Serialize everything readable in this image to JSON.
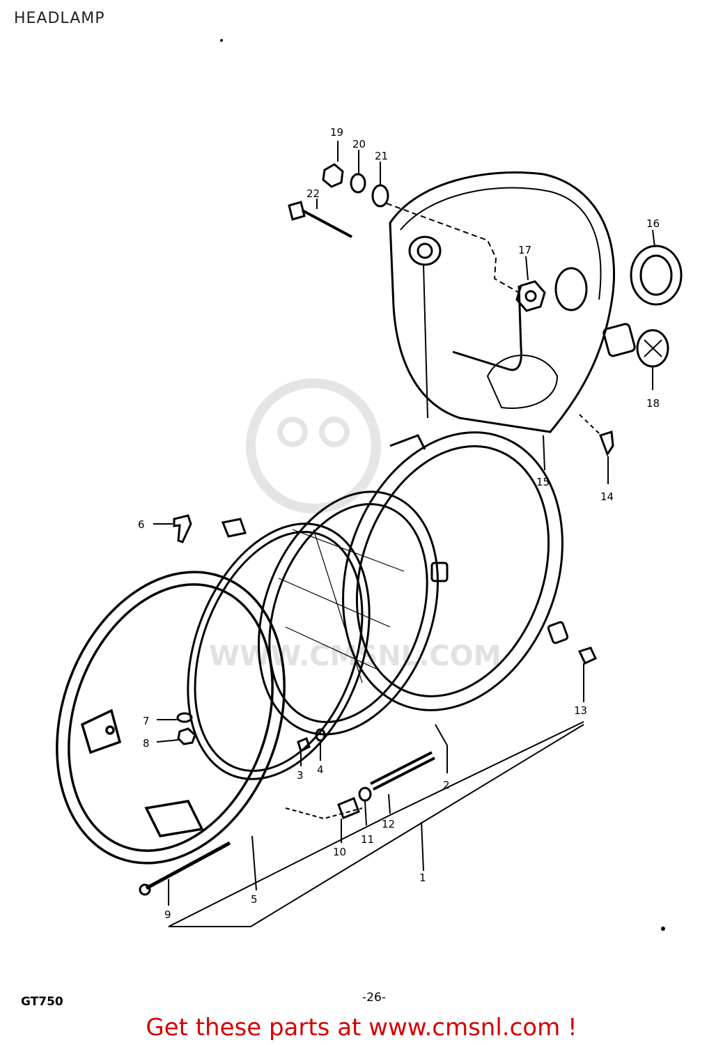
{
  "header": {
    "title": "HEADLAMP"
  },
  "footer": {
    "model": "GT750",
    "page": "-26-",
    "link_text": "Get these parts at www.cmsnl.com !"
  },
  "watermark": {
    "text": "WWW.CMSNL.COM"
  },
  "callouts": [
    "1",
    "2",
    "3",
    "4",
    "5",
    "6",
    "7",
    "8",
    "9",
    "10",
    "11",
    "12",
    "13",
    "14",
    "15",
    "16",
    "17",
    "18",
    "19",
    "20",
    "21",
    "22"
  ],
  "colors": {
    "link": "#d40000",
    "line": "#000000",
    "watermark": "#c9c9c9"
  }
}
